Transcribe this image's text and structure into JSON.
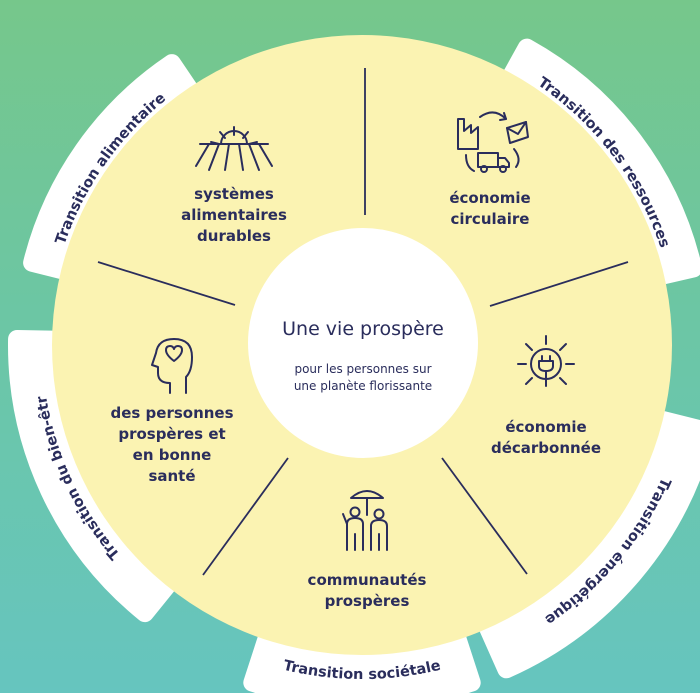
{
  "colors": {
    "navy": "#2a2d5c",
    "circle": "#fbf3b2",
    "tab": "#ffffff",
    "bg_top": "#76c78b",
    "bg_bottom": "#66c5bf"
  },
  "center": {
    "title": "Une vie prospère",
    "subtitle": [
      "pour les personnes sur",
      "une planète florissante"
    ]
  },
  "tabs": [
    {
      "label": "Transition alimentaire"
    },
    {
      "label": "Transition des ressources"
    },
    {
      "label": "Transition énergétique"
    },
    {
      "label": "Transition sociétale"
    },
    {
      "label": "Transition du bien-êtr"
    }
  ],
  "segments": [
    {
      "lines": [
        "systèmes",
        "alimentaires",
        "durables"
      ],
      "icon": "sun-field-icon"
    },
    {
      "lines": [
        "économie",
        "circulaire"
      ],
      "icon": "circular-economy-icon"
    },
    {
      "lines": [
        "économie",
        "décarbonnée"
      ],
      "icon": "sun-plug-icon"
    },
    {
      "lines": [
        "communautés",
        "prospères"
      ],
      "icon": "umbrella-people-icon"
    },
    {
      "lines": [
        "des personnes",
        "prospères et",
        "en bonne",
        "santé"
      ],
      "icon": "head-heart-icon"
    }
  ]
}
